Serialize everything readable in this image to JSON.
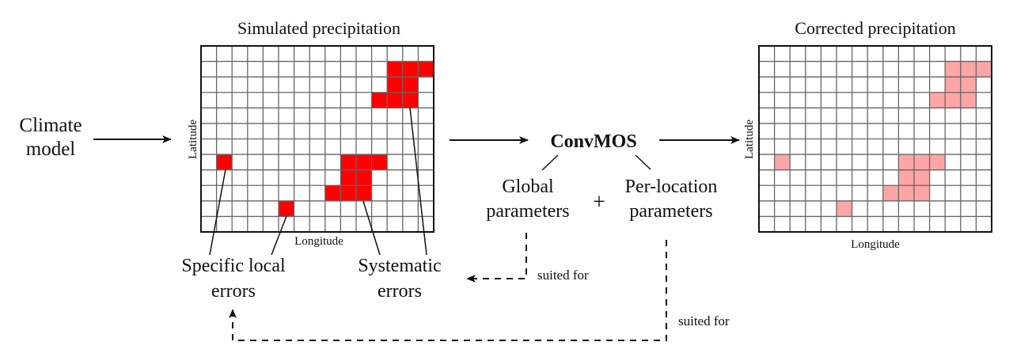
{
  "input": {
    "line1": "Climate",
    "line2": "model"
  },
  "simulated": {
    "title": "Simulated precipitation",
    "xlabel": "Longitude",
    "ylabel": "Latitude",
    "color": "#ff0000"
  },
  "corrected": {
    "title": "Corrected precipitation",
    "xlabel": "Longitude",
    "ylabel": "Latitude",
    "color": "#ffa5a5"
  },
  "grid": {
    "cols": 15,
    "rows": 12,
    "cells": [
      [
        1,
        12
      ],
      [
        1,
        13
      ],
      [
        1,
        14
      ],
      [
        2,
        12
      ],
      [
        2,
        13
      ],
      [
        3,
        11
      ],
      [
        3,
        12
      ],
      [
        3,
        13
      ],
      [
        7,
        1
      ],
      [
        7,
        9
      ],
      [
        7,
        10
      ],
      [
        7,
        11
      ],
      [
        8,
        9
      ],
      [
        8,
        10
      ],
      [
        9,
        8
      ],
      [
        9,
        9
      ],
      [
        9,
        10
      ],
      [
        10,
        5
      ]
    ]
  },
  "model": {
    "name": "ConvMOS",
    "global": {
      "line1": "Global",
      "line2": "parameters"
    },
    "plus": "+",
    "perlocation": {
      "line1": "Per-location",
      "line2": "parameters"
    }
  },
  "errors": {
    "local": {
      "line1": "Specific local",
      "line2": "errors"
    },
    "systematic": {
      "line1": "Systematic",
      "line2": "errors"
    }
  },
  "links": {
    "suited1": "suited for",
    "suited2": "suited for"
  }
}
